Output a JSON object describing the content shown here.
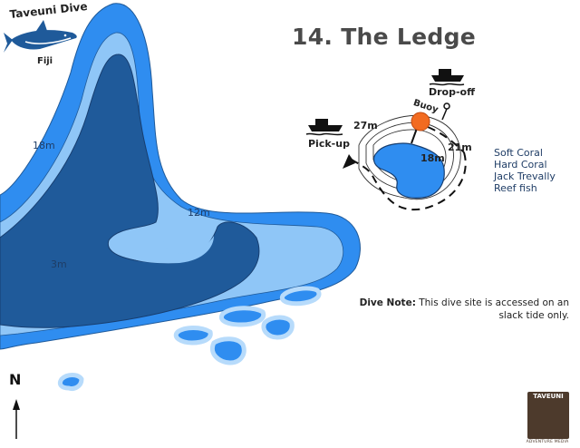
{
  "logo": {
    "title": "Taveuni Dive",
    "subtitle": "Fiji",
    "icon": "shark-icon"
  },
  "title": "14. The Ledge",
  "map": {
    "depth_labels": [
      "18m",
      "12m",
      "3m"
    ],
    "shallow_color": "#2f8df0",
    "mid_color": "#8fc6f7",
    "deep_color": "#1f5a9a",
    "land_stroke": "#1f3d66"
  },
  "inset": {
    "drop_off": "Drop-off",
    "pick_up": "Pick-up",
    "buoy": "Buoy",
    "depths": [
      "27m",
      "21m",
      "18m"
    ],
    "buoy_color": "#f26b21"
  },
  "species": [
    "Soft Coral",
    "Hard Coral",
    "Jack Trevally",
    "Reef fish"
  ],
  "dive_note": {
    "label": "Dive Note:",
    "text": "This dive site is accessed on an slack tide only."
  },
  "compass": {
    "label": "N",
    "icon": "north-arrow-icon"
  },
  "publisher": {
    "top": "TAVEUNI",
    "bottom": "ADVENTURE MEDIA",
    "icon": "taveuni-island-icon"
  }
}
